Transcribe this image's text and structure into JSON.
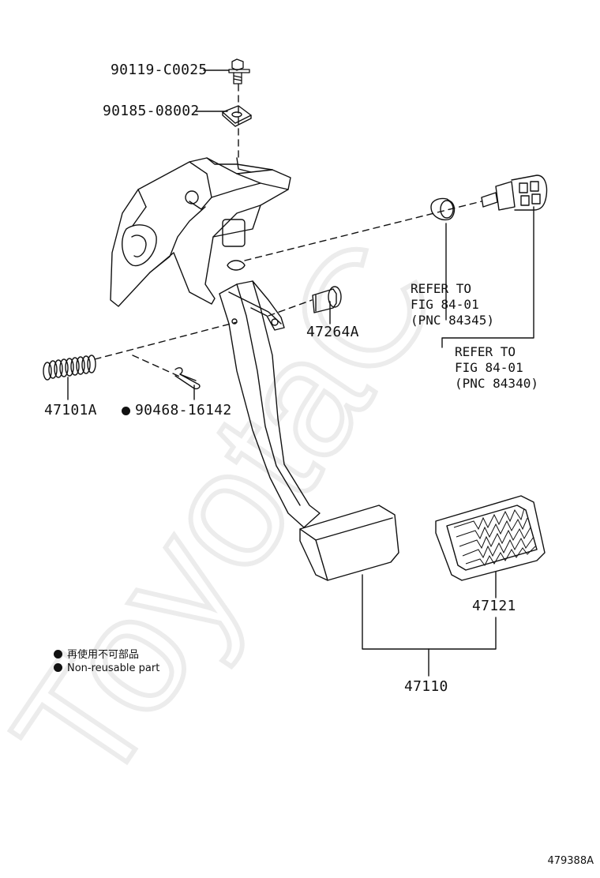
{
  "parts": {
    "bolt": "90119-C0025",
    "nut": "90185-08002",
    "pin": "47264A",
    "spring": "47101A",
    "clip": "90468-16142",
    "pedal_pad": "47121",
    "pedal_assy": "47110"
  },
  "refer_1": "REFER TO\nFIG 84-01\n(PNC 84345)",
  "refer_2": "REFER TO\nFIG 84-01\n(PNC 84340)",
  "legend": {
    "jp": "再使用不可部品",
    "en": "Non-reusable part"
  },
  "watermark": "ToyotaC",
  "figure_number": "479388A"
}
